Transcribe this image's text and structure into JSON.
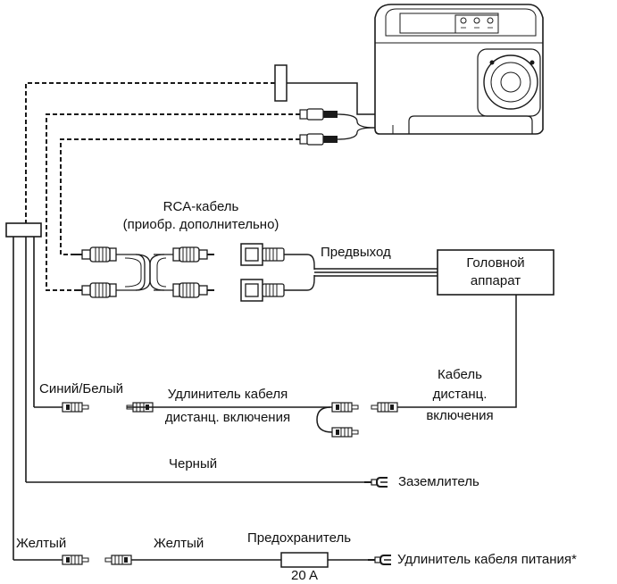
{
  "labels": {
    "rca_title": "RCA-кабель",
    "rca_sub": "(приобр. дополнительно)",
    "preout": "Предвыход",
    "head_unit_1": "Головной",
    "head_unit_2": "аппарат",
    "blue_white": "Синий/Белый",
    "remote_ext_1": "Удлинитель кабеля",
    "remote_ext_2": "дистанц. включения",
    "remote_cable_1": "Кабель",
    "remote_cable_2": "дистанц.",
    "remote_cable_3": "включения",
    "black": "Черный",
    "ground": "Заземлитель",
    "yellow_left": "Желтый",
    "yellow_mid": "Желтый",
    "fuse": "Предохранитель",
    "fuse_rating": "20 A",
    "power_ext": "Удлинитель кабеля питания*"
  },
  "colors": {
    "line": "#1a1a1a",
    "background": "#ffffff"
  }
}
